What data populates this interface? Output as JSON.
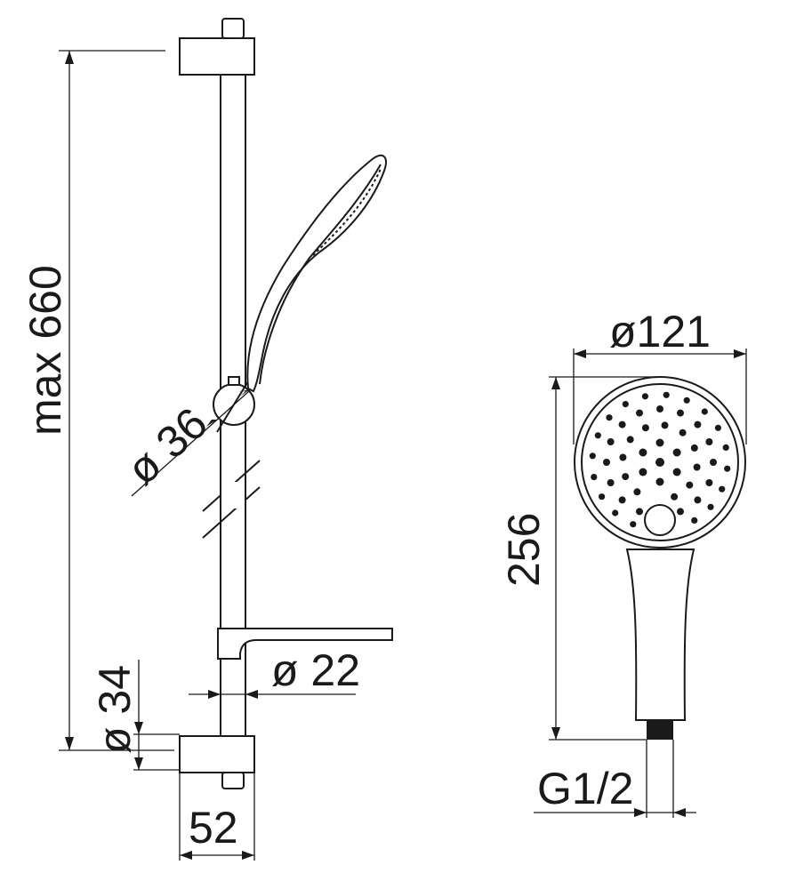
{
  "dimensions": {
    "max_height": "max 660",
    "ring_diameter": "ø 36",
    "bar_diameter": "ø 22",
    "bracket_diameter": "ø 34",
    "bracket_width": "52",
    "head_diameter": "ø121",
    "shower_length": "256",
    "thread": "G1/2"
  },
  "colors": {
    "line": "#1a1a1a",
    "background": "#ffffff"
  }
}
